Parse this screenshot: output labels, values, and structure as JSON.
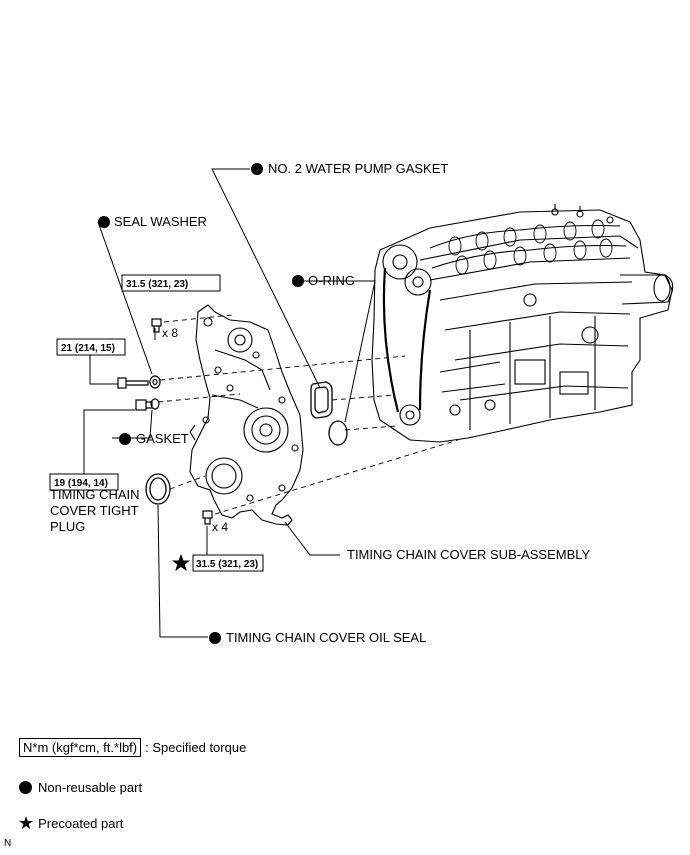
{
  "labels": {
    "water_pump_gasket": "NO. 2 WATER PUMP GASKET",
    "seal_washer": "SEAL WASHER",
    "o_ring": "O-RING",
    "gasket": "GASKET",
    "cover_plug_line1": "TIMING CHAIN",
    "cover_plug_line2": "COVER TIGHT",
    "cover_plug_line3": "PLUG",
    "cover_subassembly": "TIMING CHAIN COVER SUB-ASSEMBLY",
    "oil_seal": "TIMING CHAIN COVER OIL SEAL"
  },
  "torques": {
    "top_bolts": "31.5 (321, 23)",
    "long_bolt": "21 (214, 15)",
    "plug": "19 (194, 14)",
    "bottom_bolts": "31.5 (321, 23)"
  },
  "multipliers": {
    "top_bolts": "x 8",
    "bottom_bolts": "x 4"
  },
  "legend": {
    "torque_box": "N*m (kgf*cm, ft.*lbf)",
    "torque_text": ": Specified torque",
    "non_reusable": "Non-reusable part",
    "precoated": "Precoated part"
  },
  "icons": {
    "non_reusable": "filled-circle-icon",
    "precoated": "star-icon"
  },
  "corner_code": "N"
}
